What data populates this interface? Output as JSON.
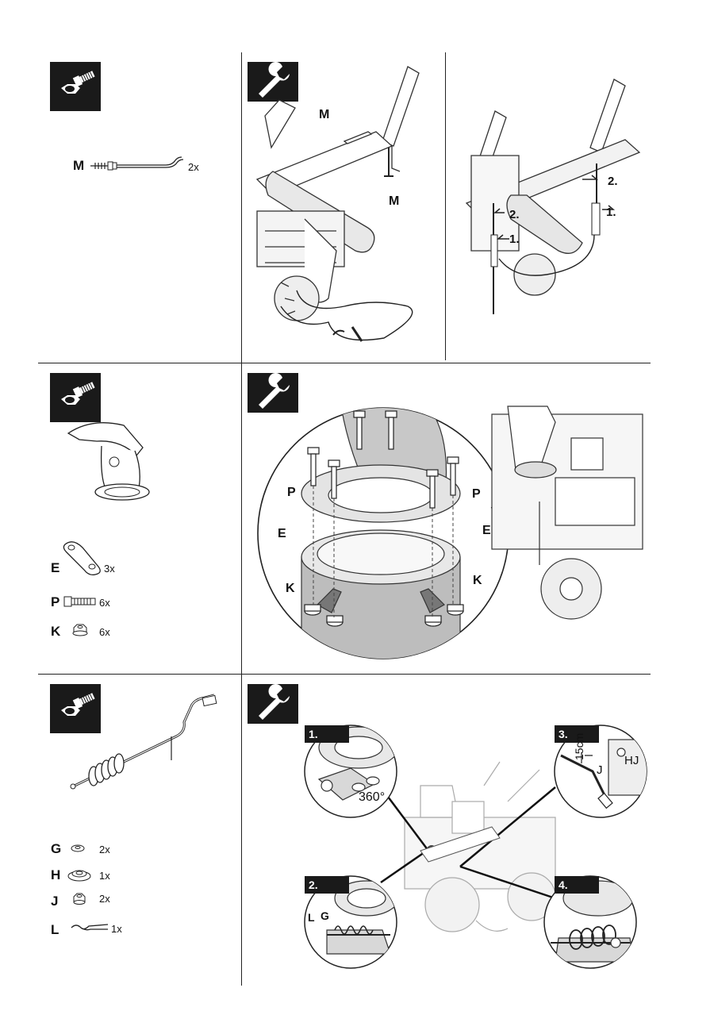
{
  "colors": {
    "ink": "#1a1a1a",
    "line": "#333333",
    "shade": "#bdbdbd",
    "paper": "#ffffff"
  },
  "icons": {
    "parts": "nut-and-bolt-icon",
    "assembly": "wrench-icon"
  },
  "section1": {
    "parts": [
      {
        "letter": "M",
        "qty": "2x"
      }
    ],
    "step_a": {
      "labels": [
        "M",
        "M"
      ]
    },
    "step_b": {
      "labels": [
        "2.",
        "2.",
        "1.",
        "1."
      ]
    }
  },
  "section2": {
    "parts": [
      {
        "letter": "E",
        "qty": "3x"
      },
      {
        "letter": "P",
        "qty": "6x"
      },
      {
        "letter": "K",
        "qty": "6x"
      }
    ],
    "callouts": [
      "P",
      "P",
      "E",
      "E",
      "K",
      "K"
    ]
  },
  "section3": {
    "parts": [
      {
        "letter": "G",
        "qty": "2x"
      },
      {
        "letter": "H",
        "qty": "1x"
      },
      {
        "letter": "J",
        "qty": "2x"
      },
      {
        "letter": "L",
        "qty": "1x"
      }
    ],
    "steps": [
      "1.",
      "2.",
      "3.",
      "4."
    ],
    "inset_texts": {
      "angle": "360°",
      "distance": "15cm",
      "j": "J",
      "hj": "HJ",
      "l": "L",
      "g": "G"
    }
  }
}
